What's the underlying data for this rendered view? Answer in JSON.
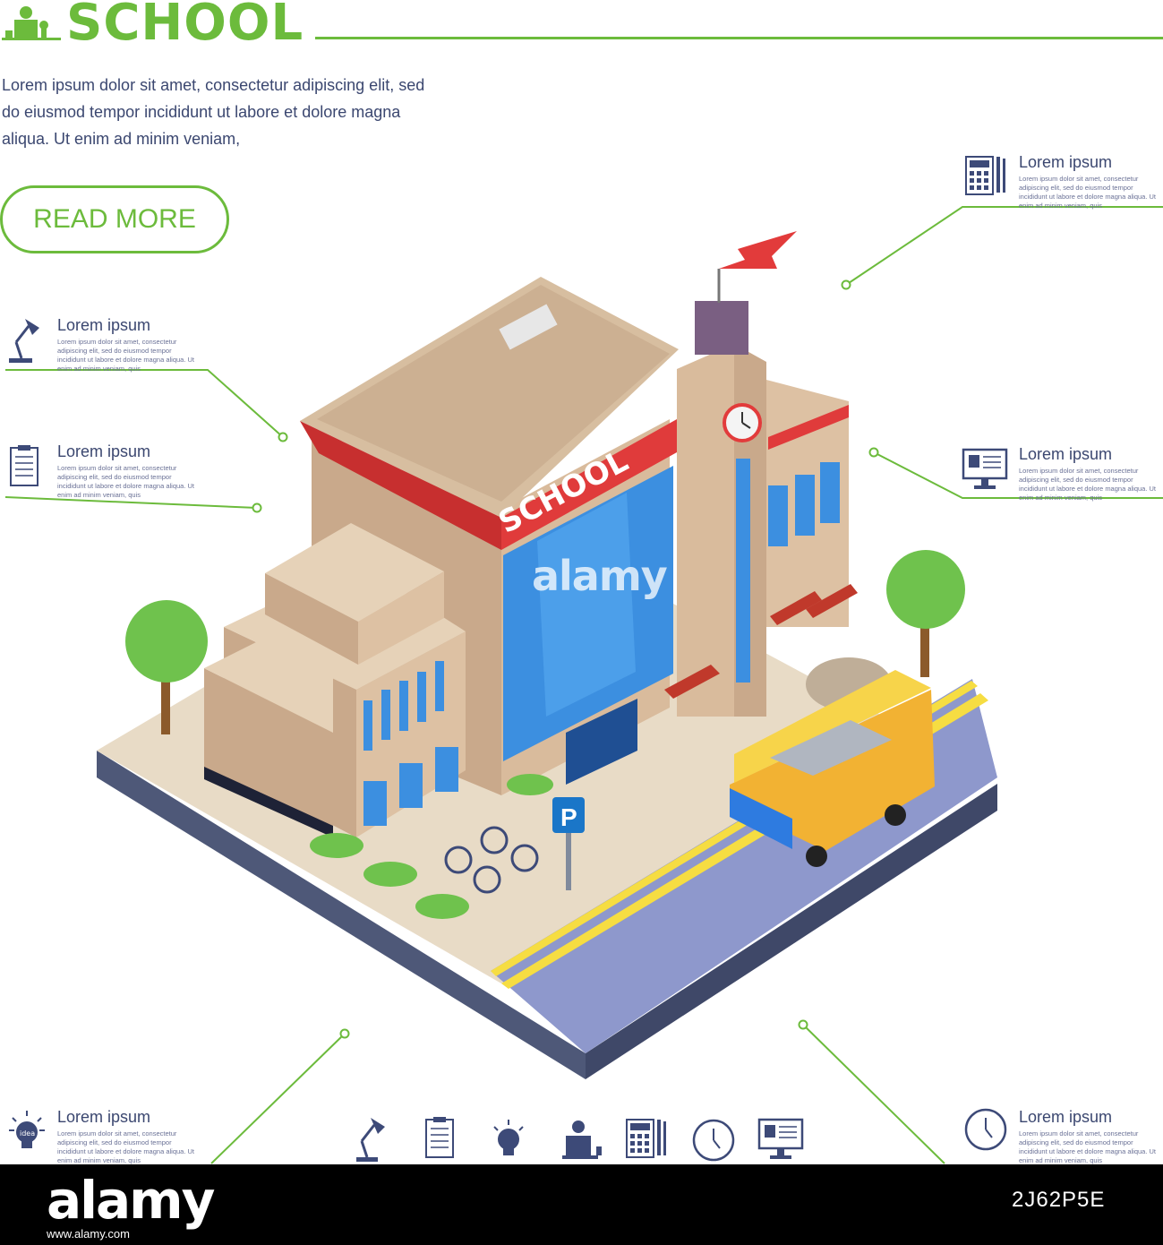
{
  "header": {
    "title": "SCHOOL"
  },
  "intro": {
    "text": "Lorem ipsum dolor sit amet, consectetur adipiscing elit, sed do eiusmod tempor incididunt ut labore et dolore magna aliqua. Ut enim ad minim veniam,"
  },
  "read_more": {
    "label": "READ MORE"
  },
  "callouts": [
    {
      "title": "Lorem ipsum",
      "body": "Lorem ipsum dolor sit amet, consectetur adipiscing elit, sed do eiusmod tempor incididunt ut labore et dolore magna aliqua. Ut enim ad minim veniam, quis",
      "icon": "calculator-icon"
    },
    {
      "title": "Lorem ipsum",
      "body": "Lorem ipsum dolor sit amet, consectetur adipiscing elit, sed do eiusmod tempor incididunt ut labore et dolore magna aliqua. Ut enim ad minim veniam, quis",
      "icon": "desk-lamp-icon"
    },
    {
      "title": "Lorem ipsum",
      "body": "Lorem ipsum dolor sit amet, consectetur adipiscing elit, sed do eiusmod tempor incididunt ut labore et dolore magna aliqua. Ut enim ad minim veniam, quis",
      "icon": "clipboard-icon"
    },
    {
      "title": "Lorem ipsum",
      "body": "Lorem ipsum dolor sit amet, consectetur adipiscing elit, sed do eiusmod tempor incididunt ut labore et dolore magna aliqua. Ut enim ad minim veniam, quis",
      "icon": "computer-monitor-icon"
    },
    {
      "title": "Lorem ipsum",
      "body": "Lorem ipsum dolor sit amet, consectetur adipiscing elit, sed do eiusmod tempor incididunt ut labore et dolore magna aliqua. Ut enim ad minim veniam, quis",
      "icon": "lightbulb-icon"
    },
    {
      "title": "Lorem ipsum",
      "body": "Lorem ipsum dolor sit amet, consectetur adipiscing elit, sed do eiusmod tempor incididunt ut labore et dolore magna aliqua. Ut enim ad minim veniam, quis",
      "icon": "clock-icon"
    }
  ],
  "building": {
    "sign": "SCHOOL",
    "parking_sign": "P"
  },
  "icon_strip": [
    "desk-lamp-icon",
    "clipboard-icon",
    "lightbulb-icon",
    "laptop-user-icon",
    "calculator-icon",
    "clock-icon",
    "computer-monitor-icon"
  ],
  "icon_texts": {
    "idea": "idea"
  },
  "colors": {
    "accent": "#6cbb3c",
    "text": "#3b4770",
    "icon": "#3d4a78"
  },
  "watermark": {
    "text": "alamy"
  },
  "footer": {
    "brand": "alamy",
    "image_id": "2J62P5E",
    "sub": "www.alamy.com"
  }
}
